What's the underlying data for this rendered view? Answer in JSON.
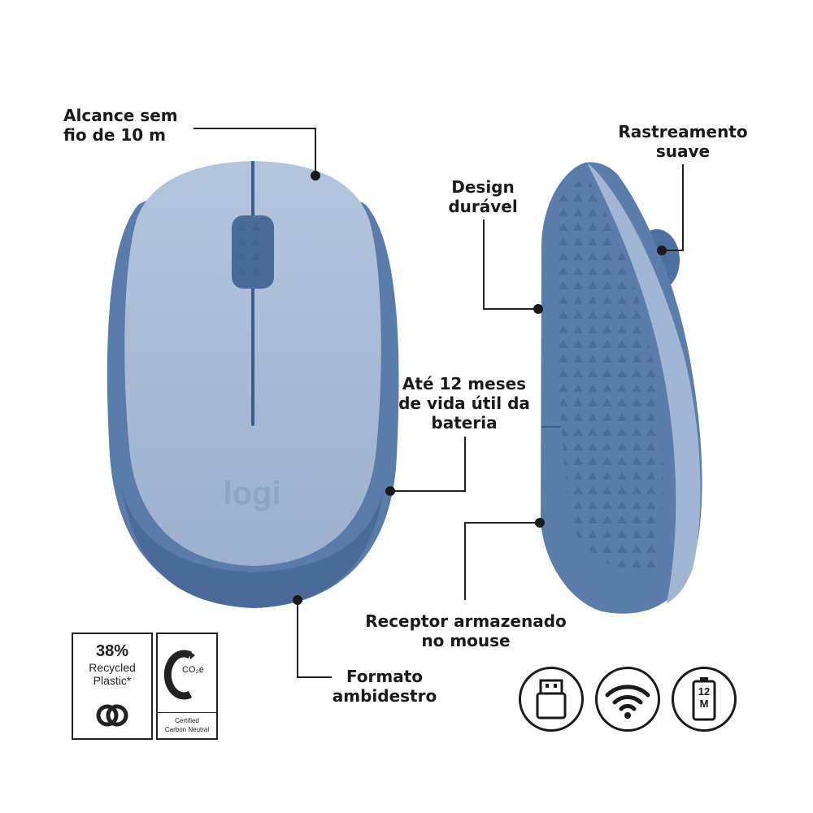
{
  "callouts": {
    "range_line1": "Alcance sem",
    "range_line2": "fio de 10 m",
    "tracking_line1": "Rastreamento",
    "tracking_line2": "suave",
    "design_line1": "Design",
    "design_line2": "durável",
    "battery_line1": "Até 12 meses",
    "battery_line2": "de vida útil da",
    "battery_line3": "bateria",
    "receiver_line1": "Receptor armazenado",
    "receiver_line2": "no mouse",
    "shape_line1": "Formato",
    "shape_line2": "ambidestro"
  },
  "product": {
    "logo_text": "logi"
  },
  "badges": {
    "recycled_percent": "38%",
    "recycled_line1": "Recycled",
    "recycled_line2": "Plastic*",
    "co2_label": "CO₂e",
    "carbon_line1": "Certified",
    "carbon_line2": "Carbon Neutral"
  },
  "feature_icons": {
    "battery_months": "12",
    "battery_unit": "M",
    "icons": [
      "usb-receiver-icon",
      "wifi-icon",
      "battery-icon"
    ]
  },
  "colors": {
    "mouse_top": "#a9bcd6",
    "mouse_body": "#5c7fae",
    "mouse_dark": "#3e5f8e",
    "ink": "#1a1a1a"
  }
}
